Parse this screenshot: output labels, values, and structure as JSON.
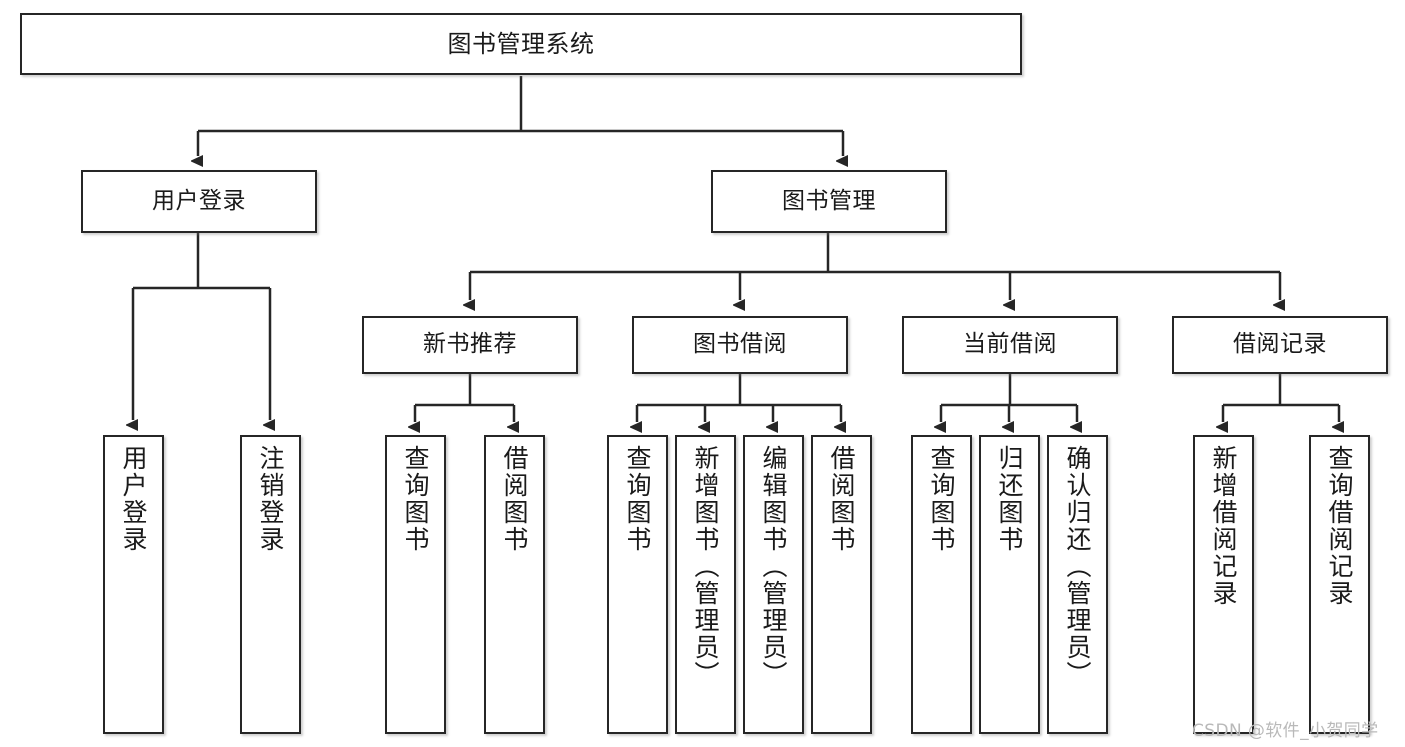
{
  "diagram": {
    "title": "图书管理系统",
    "type": "tree-hierarchy",
    "watermark": "CSDN @软件_小贺同学",
    "colors": {
      "box_border": "#262626",
      "box_fill": "#ffffff",
      "edge": "#262626",
      "text": "#1a1a1a",
      "watermark": "#b9b9b9"
    },
    "levels": {
      "level1": [
        "图书管理系统"
      ],
      "level2": [
        "用户登录",
        "图书管理"
      ],
      "level3": [
        "新书推荐",
        "图书借阅",
        "当前借阅",
        "借阅记录"
      ],
      "level4": [
        "用户登录",
        "注销登录",
        "查询图书",
        "借阅图书",
        "查询图书",
        "新增图书（管理员）",
        "编辑图书（管理员）",
        "借阅图书",
        "查询图书",
        "归还图书",
        "确认归还（管理员）",
        "新增借阅记录",
        "查询借阅记录"
      ]
    },
    "nodes": {
      "root": {
        "label": "图书管理系统"
      },
      "user_login": {
        "label": "用户登录"
      },
      "book_manage": {
        "label": "图书管理"
      },
      "new_book_rec": {
        "label": "新书推荐"
      },
      "book_borrow": {
        "label": "图书借阅"
      },
      "current_borrow": {
        "label": "当前借阅"
      },
      "borrow_record": {
        "label": "借阅记录"
      },
      "leaf_user_login": {
        "label": "用户登录"
      },
      "leaf_logout": {
        "label": "注销登录"
      },
      "leaf_query_book_1": {
        "label": "查询图书"
      },
      "leaf_borrow_book_1": {
        "label": "借阅图书"
      },
      "leaf_query_book_2": {
        "label": "查询图书"
      },
      "leaf_add_book_admin": {
        "label": "新增图书（管理员）"
      },
      "leaf_edit_book_admin": {
        "label": "编辑图书（管理员）"
      },
      "leaf_borrow_book_2": {
        "label": "借阅图书"
      },
      "leaf_query_book_3": {
        "label": "查询图书"
      },
      "leaf_return_book": {
        "label": "归还图书"
      },
      "leaf_confirm_return_admin": {
        "label": "确认归还（管理员）"
      },
      "leaf_add_borrow_record": {
        "label": "新增借阅记录"
      },
      "leaf_query_borrow_record": {
        "label": "查询借阅记录"
      }
    }
  }
}
